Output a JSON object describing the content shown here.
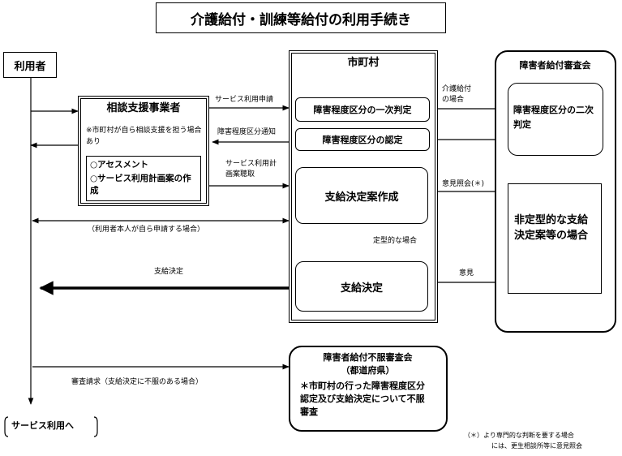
{
  "title": "介護給付・訓練等給付の利用手続き",
  "user": "利用者",
  "consult": {
    "title": "相談支援事業者",
    "note": "※市町村が自ら相談支援を担う場合あり",
    "bullet1": "○アセスメント",
    "bullet2": "○サービス利用計画案の作成"
  },
  "municipality": {
    "title": "市町村",
    "step1": "障害程度区分の一次判定",
    "step2": "障害程度区分の認定",
    "step3": "支給決定案作成",
    "step4": "支給決定"
  },
  "council": {
    "title": "障害者給付審査会",
    "secondary": "障害程度区分の二次判定",
    "nonstandard": "非定型的な支給決定案等の場合"
  },
  "appeal": {
    "title": "障害者給付不服審査会",
    "sub": "（都道府県）",
    "body": "＊市町村の行った障害程度区分認定及び支給決定について不服審査"
  },
  "labels": {
    "service_apply": "サービス利用申請",
    "care_benefit": "介護給付の場合",
    "level_notice": "障害程度区分通知",
    "plan_hearing": "サービス利用計画案聴取",
    "opinion_request": "意見照会(＊)",
    "self_apply": "（利用者本人が自ら申請する場合）",
    "standard_case": "定型的な場合",
    "opinion": "意見",
    "decision": "支給決定",
    "appeal_request": "審査請求（支給決定に不服のある場合）",
    "to_service": "サービス利用へ"
  },
  "footnote": {
    "line1": "（＊）より専門的な判断を要する場合",
    "line2": "には、更生相談所等に意見照会"
  }
}
